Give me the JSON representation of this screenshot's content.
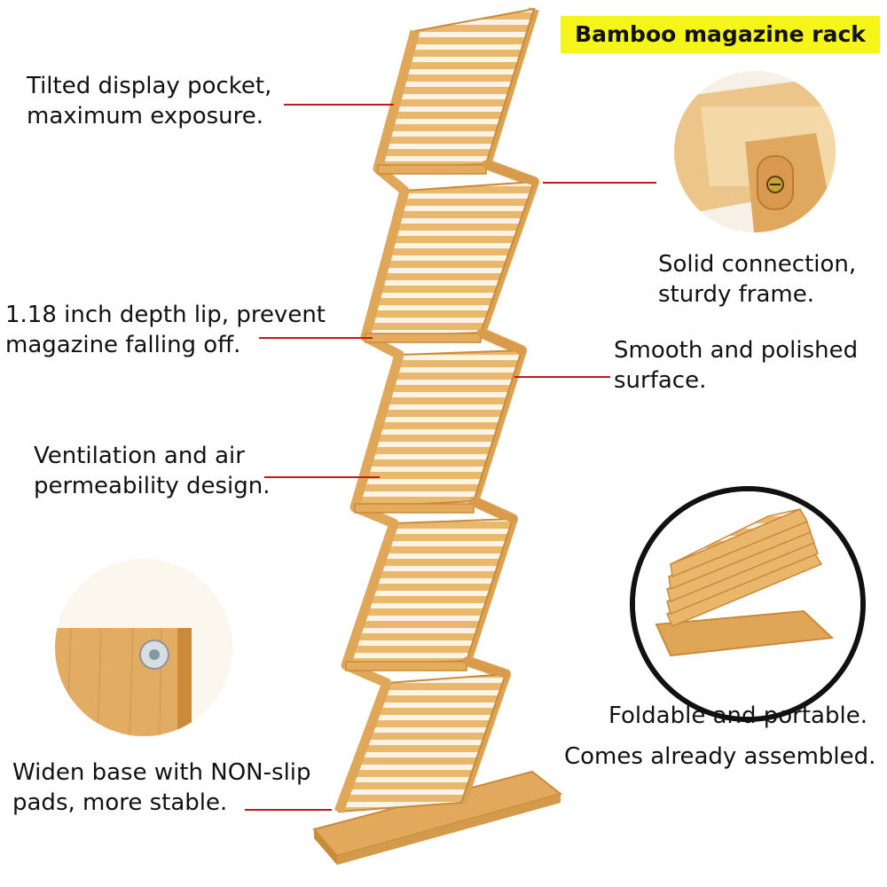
{
  "title": "Bamboo magazine rack",
  "callouts": {
    "tilted": [
      "Tilted display pocket,",
      "maximum exposure."
    ],
    "lip": [
      "1.18 inch depth lip, prevent",
      "magazine falling off."
    ],
    "ventilation": [
      "Ventilation and air",
      "permeability design."
    ],
    "base": [
      "Widen base with NON-slip",
      "pads, more stable."
    ],
    "connection": [
      "Solid connection,",
      "sturdy frame."
    ],
    "smooth": [
      "Smooth and polished",
      "surface."
    ],
    "foldable": [
      "Foldable and portable.",
      "Comes already assembled."
    ]
  },
  "colors": {
    "bamboo": "#e9b468",
    "bamboo_dark": "#c98a3a",
    "leader": "#c11a1a",
    "title_highlight": "#f6f51a"
  },
  "icons": [
    "screw-detail",
    "rubber-pad-detail",
    "folded-rack-detail"
  ]
}
